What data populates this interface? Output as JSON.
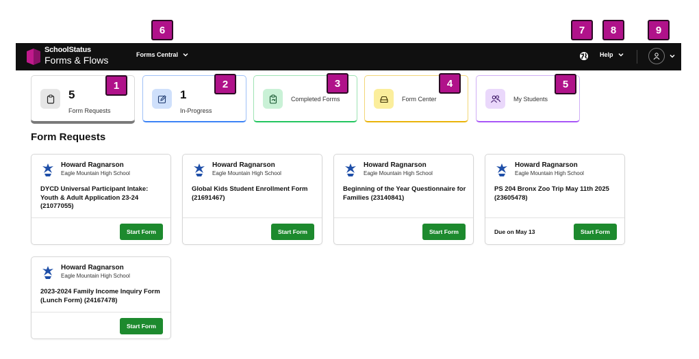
{
  "badges": [
    "1",
    "2",
    "3",
    "4",
    "5",
    "6",
    "7",
    "8",
    "9"
  ],
  "nav": {
    "brand_top": "SchoolStatus",
    "brand_bottom": "Forms & Flows",
    "menu_label": "Forms Central",
    "help_label": "Help"
  },
  "tiles": [
    {
      "count": "5",
      "label": "Form Requests",
      "accent": "#7a7a7a",
      "icon_bg": "#e6e6e6",
      "icon": "clipboard-icon"
    },
    {
      "count": "1",
      "label": "In-Progress",
      "accent": "#3b82f6",
      "icon_bg": "#cfe0fb",
      "icon": "pencil-icon"
    },
    {
      "count": "",
      "label": "Completed Forms",
      "accent": "#22c55e",
      "icon_bg": "#c9f1d6",
      "icon": "clipboard-check-icon"
    },
    {
      "count": "",
      "label": "Form Center",
      "accent": "#eab308",
      "icon_bg": "#fbee9c",
      "icon": "inbox-icon"
    },
    {
      "count": "",
      "label": "My Students",
      "accent": "#a855f7",
      "icon_bg": "#ead8fb",
      "icon": "users-icon"
    }
  ],
  "section_title": "Form Requests",
  "cards": [
    {
      "name": "Howard Ragnarson",
      "school": "Eagle Mountain High School",
      "title": "DYCD Universal Participant Intake: Youth & Adult Application 23-24 (21077055)",
      "due": "",
      "button": "Start Form"
    },
    {
      "name": "Howard Ragnarson",
      "school": "Eagle Mountain High School",
      "title": "Global Kids Student Enrollment Form (21691467)",
      "due": "",
      "button": "Start Form"
    },
    {
      "name": "Howard Ragnarson",
      "school": "Eagle Mountain High School",
      "title": "Beginning of the Year Questionnaire for Families (23140841)",
      "due": "",
      "button": "Start Form"
    },
    {
      "name": "Howard Ragnarson",
      "school": "Eagle Mountain High School",
      "title": "PS 204 Bronx Zoo Trip May 11th 2025 (23605478)",
      "due": "Due on May 13",
      "button": "Start Form"
    },
    {
      "name": "Howard Ragnarson",
      "school": "Eagle Mountain High School",
      "title": "2023-2024 Family Income Inquiry Form (Lunch Form) (24167478)",
      "due": "",
      "button": "Start Form"
    }
  ],
  "colors": {
    "nav_bg": "#101010",
    "badge": "#b0128a",
    "button": "#1d8a2e"
  }
}
